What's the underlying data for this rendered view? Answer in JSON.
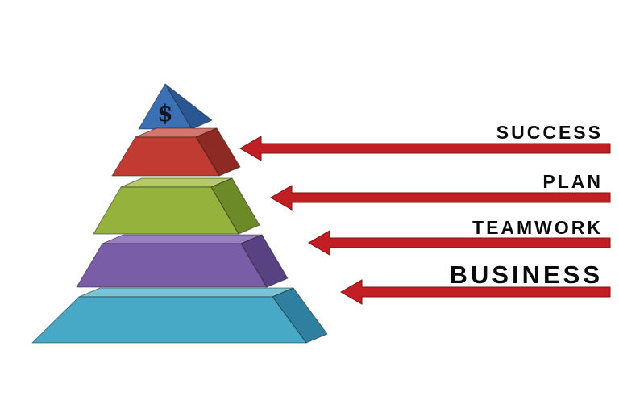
{
  "diagram": {
    "background_color": "#ffffff",
    "apex": {
      "symbol": "$",
      "symbol_color": "#0e1626",
      "front_color": "#3b70b5",
      "side_color": "#2a5694"
    },
    "tiers": [
      {
        "points_to": "SUCCESS",
        "front": "#c23b32",
        "top": "#d5756c",
        "side": "#8e2a24"
      },
      {
        "points_to": "PLAN",
        "front": "#95b23d",
        "top": "#b5ca68",
        "side": "#6d8a28"
      },
      {
        "points_to": "TEAMWORK",
        "front": "#7a5da7",
        "top": "#9981c1",
        "side": "#594282"
      },
      {
        "points_to": "BUSINESS",
        "front": "#47a9c6",
        "top": "#7ac4d7",
        "side": "#2f7fa0"
      }
    ],
    "arrows": [
      {
        "label": "SUCCESS"
      },
      {
        "label": "PLAN"
      },
      {
        "label": "TEAMWORK"
      },
      {
        "label": "BUSINESS"
      }
    ],
    "arrow_color": "#c31e23",
    "arrow_outline_color": "#7c1113",
    "label_color": "#0a0a0a"
  }
}
